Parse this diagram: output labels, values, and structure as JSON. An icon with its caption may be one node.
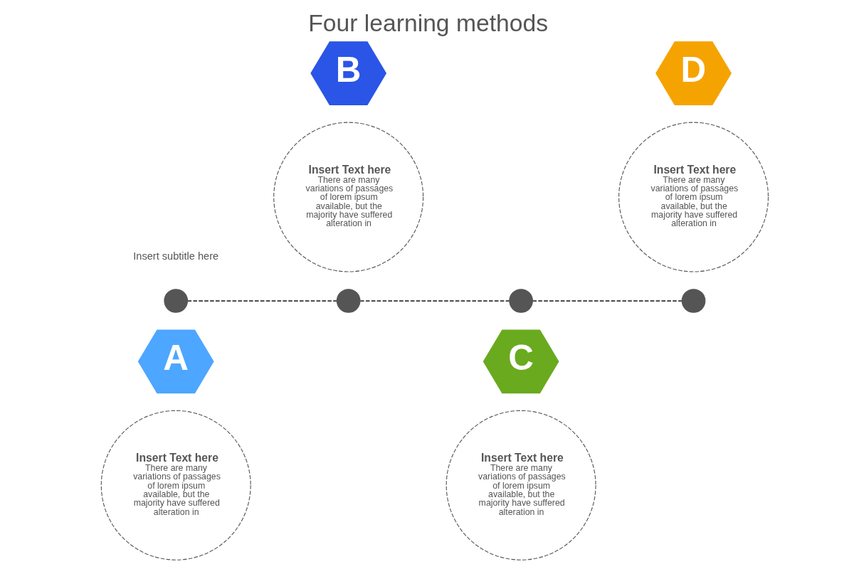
{
  "diagram": {
    "title": "Four learning methods",
    "nodes": [
      {
        "text": [
          "A"
        ]
      },
      {
        "text": [
          "Insert Text here",
          "There are many variations of passages of lorem ipsum available, but the majority have suffered alteration in"
        ]
      },
      {
        "text": [
          "B"
        ]
      },
      {
        "text": [
          "Insert Text here",
          "There are many variations of passages of lorem ipsum available, but the majority have suffered alteration in"
        ]
      },
      {
        "text": [
          "C"
        ]
      },
      {
        "text": [
          "Insert Text here",
          "There are many variations of passages of lorem ipsum available, but the majority have suffered alteration in"
        ]
      },
      {
        "text": [
          "D"
        ]
      },
      {
        "text": [
          "Insert Text here",
          "There are many variations of passages of lorem ipsum available, but the majority have suffered alteration in"
        ]
      },
      {
        "text": [],
        "shape": "circle"
      },
      {
        "text": [],
        "shape": "circle"
      },
      {
        "text": [],
        "shape": "circle"
      },
      {
        "text": [],
        "shape": "circle"
      }
    ],
    "edges": [
      {
        "from": 8,
        "to": 9,
        "arrow": "none",
        "style": "dashed"
      },
      {
        "from": 9,
        "to": 10,
        "arrow": "none",
        "style": "dashed"
      },
      {
        "from": 10,
        "to": 11,
        "arrow": "none",
        "style": "dashed"
      }
    ],
    "labels": [
      "Insert subtitle here"
    ]
  }
}
